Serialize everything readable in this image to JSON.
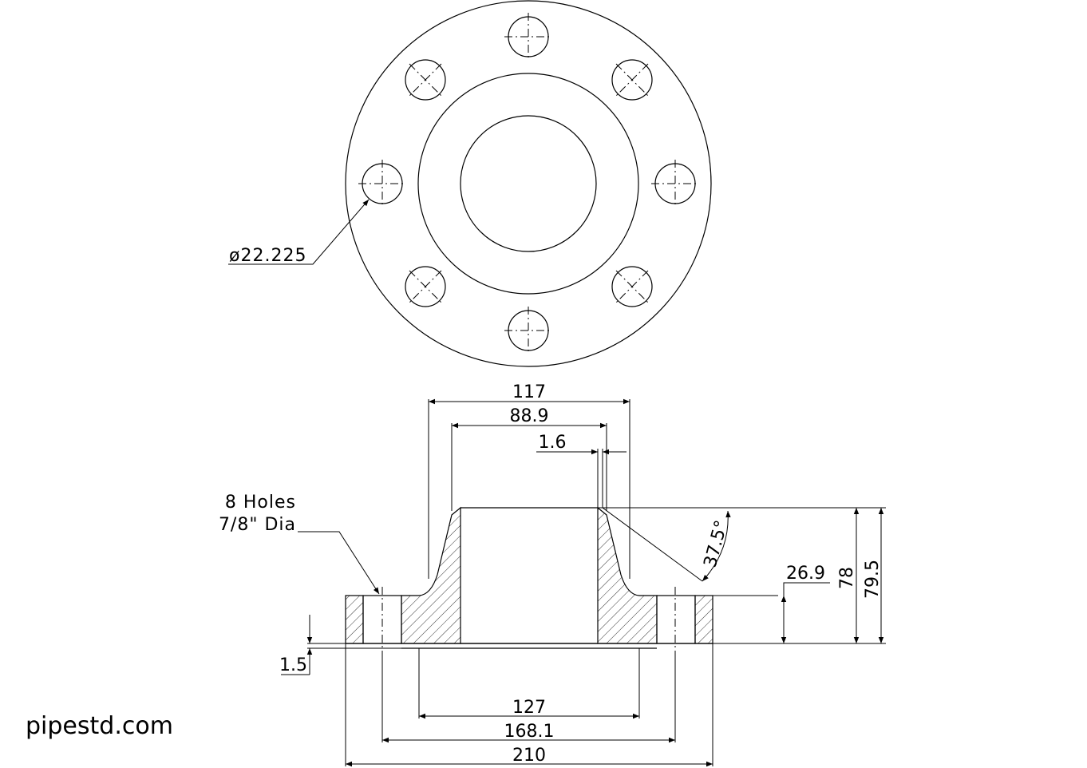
{
  "top_view": {
    "hole_diameter_label": "ø22.225"
  },
  "section_view": {
    "dims": {
      "hub_od": "117",
      "pipe_od": "88.9",
      "bevel": "1.6",
      "angle": "37.5°",
      "flange_thickness": "26.9",
      "hub_length": "78",
      "overall_length": "79.5",
      "raised_face": "1.5",
      "raised_face_dia": "127",
      "bolt_circle": "168.1",
      "flange_od": "210"
    },
    "holes_note_line1": "8 Holes",
    "holes_note_line2": "7/8\" Dia"
  },
  "brand": "pipestd.com"
}
